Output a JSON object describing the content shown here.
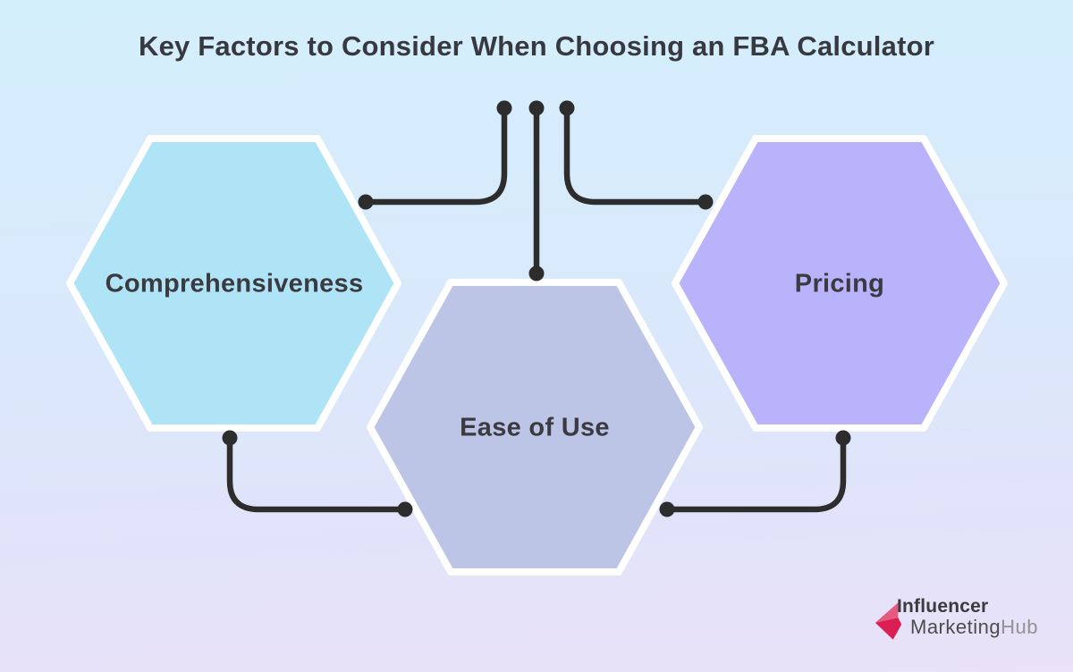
{
  "title": "Key Factors to Consider When Choosing an FBA Calculator",
  "diagram": {
    "connector_color": "#2d2d2d",
    "hex_border_color": "#ffffff",
    "nodes": [
      {
        "id": "comprehensiveness",
        "label": "Comprehensiveness",
        "fill": "#aee4f6"
      },
      {
        "id": "ease-of-use",
        "label": "Ease of Use",
        "fill": "#bcc5e6"
      },
      {
        "id": "pricing",
        "label": "Pricing",
        "fill": "#b9b3fb"
      }
    ]
  },
  "colors": {
    "background_top": "#d3effc",
    "background_bottom": "#e9e2f8",
    "title_text": "#383840",
    "node_text": "#3a3a40"
  },
  "logo": {
    "line1": "Influencer",
    "line2_part1": "Marketing",
    "line2_part2": "Hub",
    "mark_top_color": "#e45a80",
    "mark_bottom_color": "#db1e54"
  }
}
